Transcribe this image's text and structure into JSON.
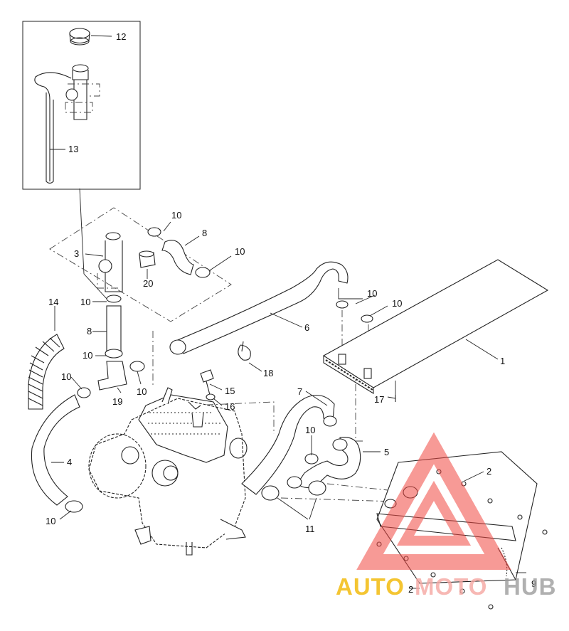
{
  "callouts": [
    {
      "label": "1"
    },
    {
      "label": "2"
    },
    {
      "label": "2"
    },
    {
      "label": "3"
    },
    {
      "label": "4"
    },
    {
      "label": "5"
    },
    {
      "label": "6"
    },
    {
      "label": "7"
    },
    {
      "label": "8"
    },
    {
      "label": "8"
    },
    {
      "label": "9"
    },
    {
      "label": "10"
    },
    {
      "label": "10"
    },
    {
      "label": "10"
    },
    {
      "label": "10"
    },
    {
      "label": "10"
    },
    {
      "label": "10"
    },
    {
      "label": "10"
    },
    {
      "label": "10"
    },
    {
      "label": "10"
    },
    {
      "label": "10"
    },
    {
      "label": "11"
    },
    {
      "label": "12"
    },
    {
      "label": "13"
    },
    {
      "label": "14"
    },
    {
      "label": "15"
    },
    {
      "label": "16"
    },
    {
      "label": "17"
    },
    {
      "label": "18"
    },
    {
      "label": "19"
    },
    {
      "label": "20"
    }
  ],
  "watermark": {
    "part_auto": "AUTO",
    "part_moto": "MOTO",
    "part_hub": "HUB",
    "colors": {
      "auto": "#f2b700",
      "moto": "#f6a7a2",
      "hub": "#9d9d9d",
      "triangle": "#ef4a45"
    }
  }
}
